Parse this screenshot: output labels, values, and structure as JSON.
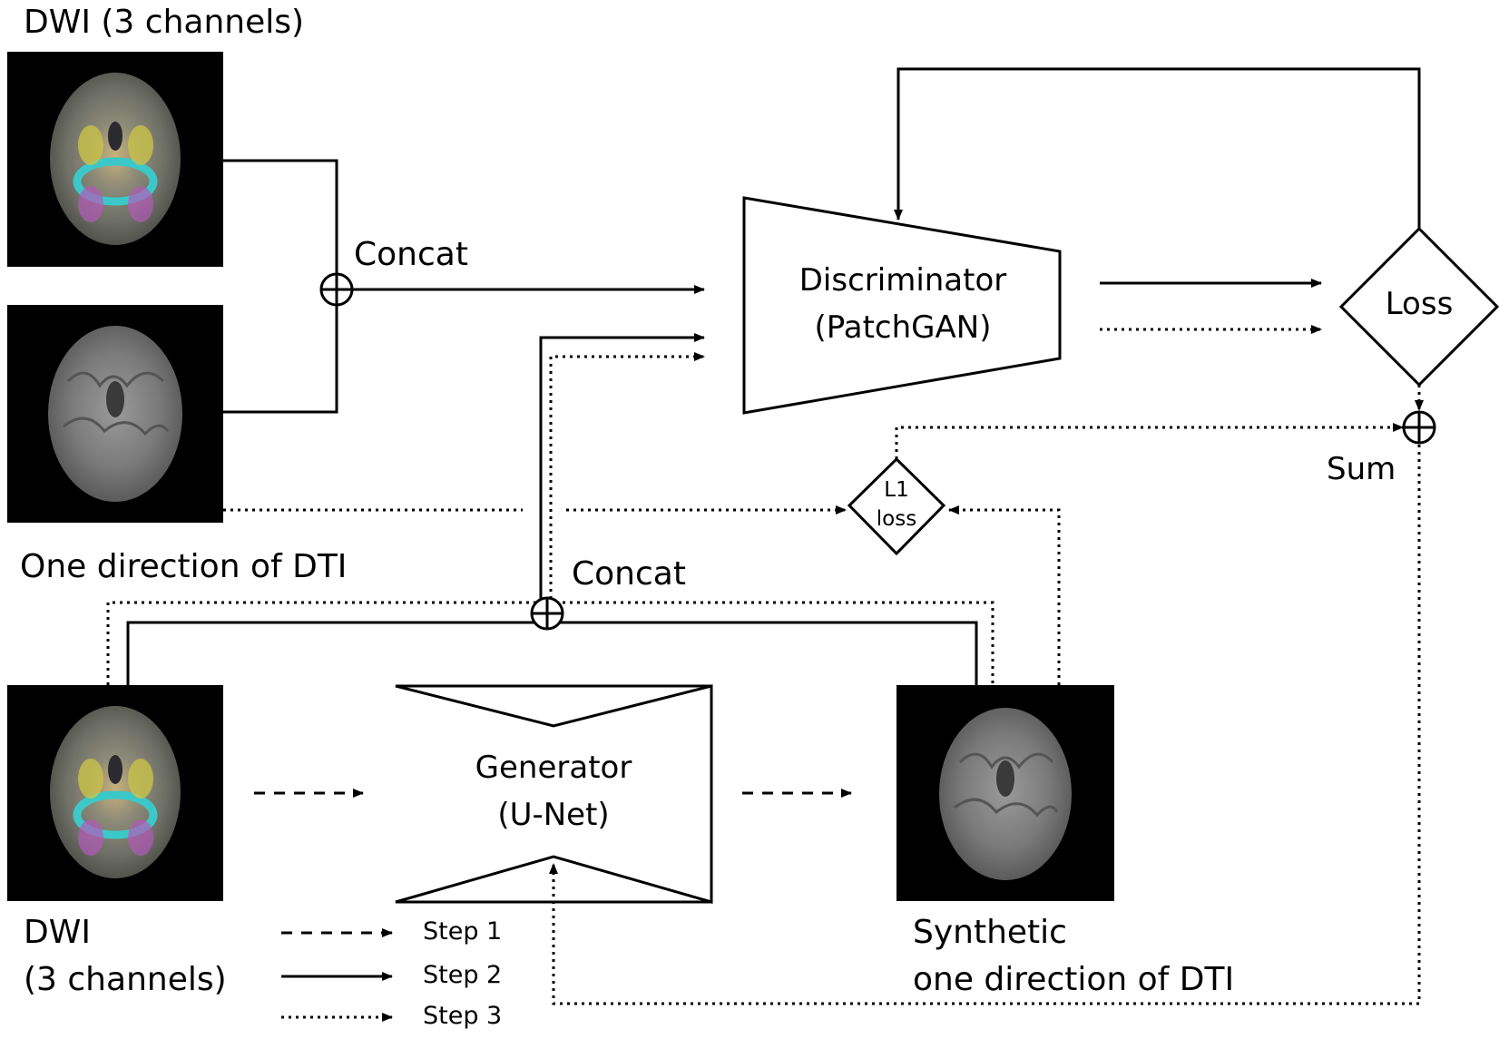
{
  "labels": {
    "dwi_top": "DWI (3 channels)",
    "concat_top": "Concat",
    "one_direction": "One direction of DTI",
    "concat_mid": "Concat",
    "discriminator_line1": "Discriminator",
    "discriminator_line2": "(PatchGAN)",
    "loss": "Loss",
    "sum": "Sum",
    "l1_line1": "L1",
    "l1_line2": "loss",
    "generator_line1": "Generator",
    "generator_line2": "(U-Net)",
    "dwi_bottom_line1": "DWI",
    "dwi_bottom_line2": "(3 channels)",
    "synthetic_line1": "Synthetic",
    "synthetic_line2": "one direction of DTI"
  },
  "legend": [
    {
      "style": "dashed",
      "label": "Step 1"
    },
    {
      "style": "solid",
      "label": "Step 2"
    },
    {
      "style": "dotted",
      "label": "Step 3"
    }
  ],
  "images": [
    {
      "name": "dwi-color-brain-top",
      "kind": "color"
    },
    {
      "name": "dti-gray-brain",
      "kind": "gray"
    },
    {
      "name": "dwi-color-brain-bottom",
      "kind": "color"
    },
    {
      "name": "synthetic-dti-brain",
      "kind": "gray"
    }
  ]
}
